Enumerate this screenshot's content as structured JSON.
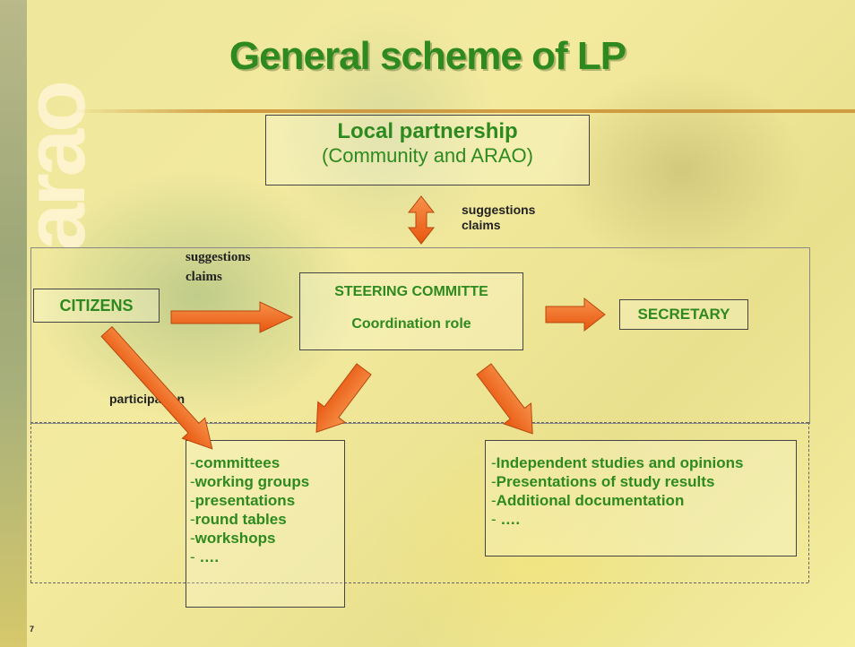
{
  "slide": {
    "title": "General scheme of LP",
    "logo_text": "arao",
    "page_number": "7"
  },
  "local_partnership": {
    "line1": "Local partnership",
    "line2": "(Community and ARAO)"
  },
  "labels": {
    "top_suggestions": "suggestions",
    "top_claims": "claims",
    "left_suggestions": "suggestions",
    "left_claims": "claims",
    "participation": "participation"
  },
  "nodes": {
    "citizens": "CITIZENS",
    "steering_line1": "STEERING COMMITTE",
    "steering_line2": "Coordination role",
    "secretary": "SECRETARY"
  },
  "left_list": [
    {
      "dash": "-",
      "text": "committees"
    },
    {
      "dash": "-",
      "text": "working groups"
    },
    {
      "dash": "-",
      "text": "presentations"
    },
    {
      "dash": "-",
      "text": "round tables"
    },
    {
      "dash": "-",
      "text": "workshops"
    },
    {
      "dash": "- ",
      "text": "…."
    }
  ],
  "right_list": [
    {
      "dash": "-",
      "text": "Independent studies and opinions"
    },
    {
      "dash": "-",
      "text": "Presentations of study results"
    },
    {
      "dash": "-",
      "text": "Additional documentation"
    },
    {
      "dash": "- ",
      "text": "…."
    }
  ],
  "colors": {
    "green_text": "#2e8a1f",
    "arrow_fill": "#f26a1b",
    "arrow_stroke": "#c14a0e"
  }
}
